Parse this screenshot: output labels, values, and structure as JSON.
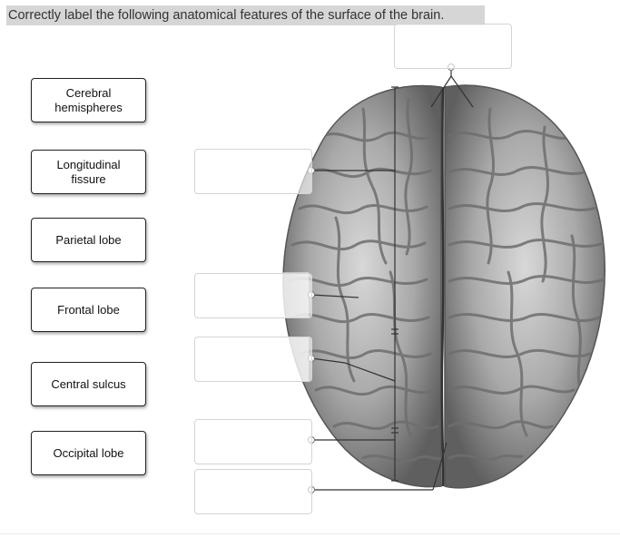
{
  "question": {
    "instruction": "Correctly label the following anatomical features of the surface of the brain."
  },
  "labels": [
    {
      "line1": "Cerebral",
      "line2": "hemispheres"
    },
    {
      "line1": "Longitudinal",
      "line2": "fissure"
    },
    {
      "line1": "Parietal lobe",
      "line2": ""
    },
    {
      "line1": "Frontal lobe",
      "line2": ""
    },
    {
      "line1": "Central sulcus",
      "line2": ""
    },
    {
      "line1": "Occipital lobe",
      "line2": ""
    }
  ],
  "colors": {
    "instruction_bg": "#d6d6d6",
    "card_border": "#222222",
    "drop_border": "#d4d4d4",
    "leader_line": "#333333"
  }
}
